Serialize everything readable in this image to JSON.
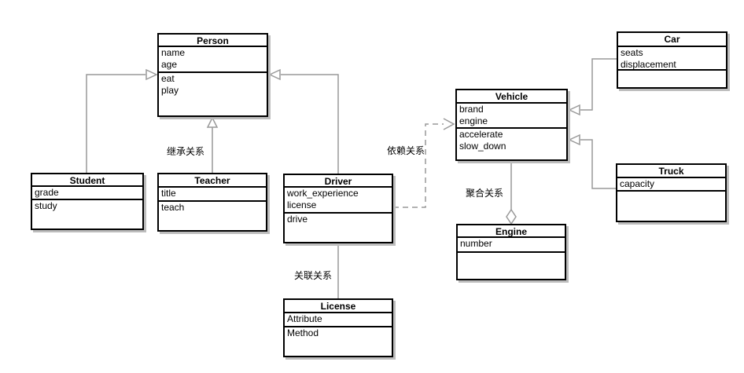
{
  "diagram": {
    "background": "#ffffff",
    "colors": {
      "box_border": "#000000",
      "box_fill": "#ffffff",
      "box_shadow": "#bdbdbd",
      "connector_line": "#999999",
      "label_text": "#000000"
    },
    "classes": {
      "person": {
        "title": "Person",
        "attributes": [
          "name",
          "age"
        ],
        "methods": [
          "eat",
          "play"
        ]
      },
      "student": {
        "title": "Student",
        "attributes": [
          "grade"
        ],
        "methods": [
          "study"
        ]
      },
      "teacher": {
        "title": "Teacher",
        "attributes": [
          "title"
        ],
        "methods": [
          "teach"
        ]
      },
      "driver": {
        "title": "Driver",
        "attributes": [
          "work_experience",
          "license"
        ],
        "methods": [
          "drive"
        ]
      },
      "license": {
        "title": "License",
        "attributes": [
          "Attribute"
        ],
        "methods": [
          "Method"
        ]
      },
      "vehicle": {
        "title": "Vehicle",
        "attributes": [
          "brand",
          "engine"
        ],
        "methods": [
          "accelerate",
          "slow_down"
        ]
      },
      "engine": {
        "title": "Engine",
        "attributes": [
          "number"
        ],
        "methods": []
      },
      "car": {
        "title": "Car",
        "attributes": [
          "seats",
          "displacement"
        ],
        "methods": []
      },
      "truck": {
        "title": "Truck",
        "attributes": [
          "capacity"
        ],
        "methods": []
      }
    },
    "relationship_labels": {
      "inheritance": "继承关系",
      "dependency": "依赖关系",
      "association": "关联关系",
      "aggregation": "聚合关系"
    }
  }
}
